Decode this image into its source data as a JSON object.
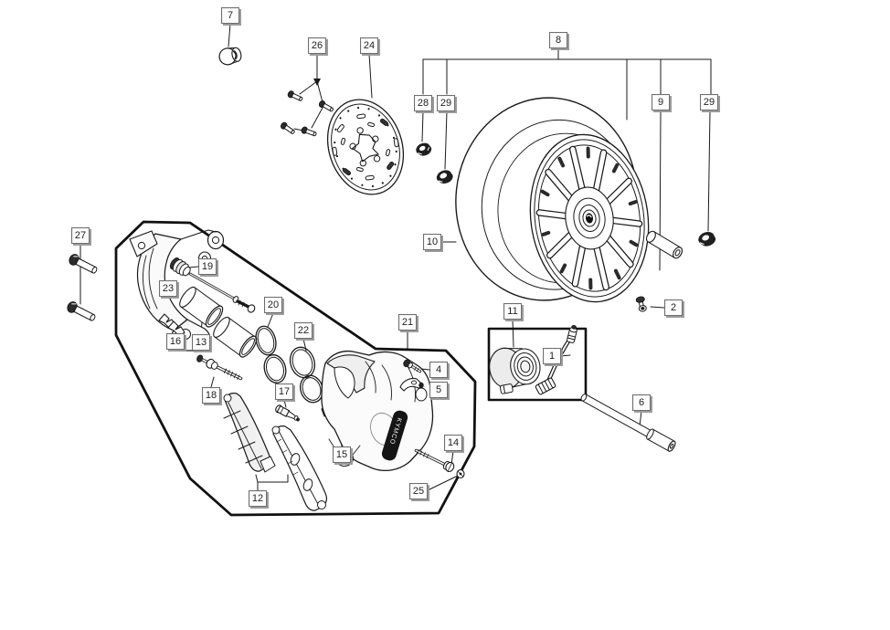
{
  "colors": {
    "background": "#ffffff",
    "ink": "#1a1a1a",
    "callout_face": "#fdfdfd",
    "callout_border": "#6e6e6e",
    "callout_shadow": "#9c9c9c"
  },
  "callouts": [
    {
      "number": "7"
    },
    {
      "number": "26"
    },
    {
      "number": "24"
    },
    {
      "number": "8"
    },
    {
      "number": "28"
    },
    {
      "number": "29"
    },
    {
      "number": "9"
    },
    {
      "number": "29"
    },
    {
      "number": "27"
    },
    {
      "number": "10"
    },
    {
      "number": "2"
    },
    {
      "number": "11"
    },
    {
      "number": "1"
    },
    {
      "number": "6"
    },
    {
      "number": "19"
    },
    {
      "number": "23"
    },
    {
      "number": "16"
    },
    {
      "number": "13"
    },
    {
      "number": "18"
    },
    {
      "number": "20"
    },
    {
      "number": "22"
    },
    {
      "number": "17"
    },
    {
      "number": "21"
    },
    {
      "number": "4"
    },
    {
      "number": "5"
    },
    {
      "number": "15"
    },
    {
      "number": "14"
    },
    {
      "number": "25"
    },
    {
      "number": "12"
    }
  ],
  "caliper": {
    "sticker_text": "KYMCO"
  }
}
